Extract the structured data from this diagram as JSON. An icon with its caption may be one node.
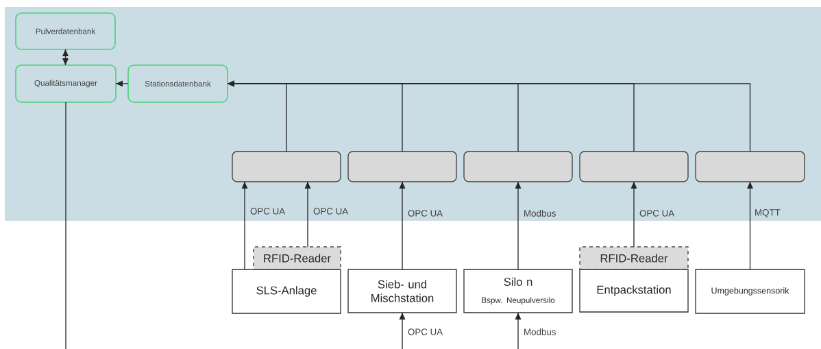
{
  "diagram": {
    "nodes": [
      {
        "text": [
          "Pulverdatenbank"
        ]
      },
      {
        "text": [
          "Qualitätsmanager"
        ]
      },
      {
        "text": [
          "Stationsdatenbank"
        ]
      },
      {
        "text": [],
        "shape": "box"
      },
      {
        "text": [],
        "shape": "box"
      },
      {
        "text": [],
        "shape": "box"
      },
      {
        "text": [],
        "shape": "box"
      },
      {
        "text": [],
        "shape": "box"
      },
      {
        "text": [
          "RFID-Reader"
        ]
      },
      {
        "text": [
          "SLS-Anlage"
        ]
      },
      {
        "text": [
          "Sieb- und Mischstation"
        ]
      },
      {
        "text": [
          "Silo n",
          "Bspw. Neupulversilo"
        ]
      },
      {
        "text": [
          "RFID-Reader"
        ]
      },
      {
        "text": [
          "Entpackstation"
        ]
      },
      {
        "text": [
          "Umgebungssensorik"
        ]
      }
    ],
    "edges": [
      {
        "from": 0,
        "to": 1,
        "arrow": "both"
      },
      {
        "from": 2,
        "to": 1,
        "arrow": "to"
      },
      {
        "from": 3,
        "to": 2,
        "arrow": "to"
      },
      {
        "from": 4,
        "to": 2,
        "arrow": "to"
      },
      {
        "from": 5,
        "to": 2,
        "arrow": "to"
      },
      {
        "from": 6,
        "to": 2,
        "arrow": "to"
      },
      {
        "from": 7,
        "to": 2,
        "arrow": "to"
      },
      {
        "from": 1,
        "to": null,
        "arrow": "none"
      },
      {
        "from": 9,
        "to": 3,
        "arrow": "to",
        "label": "OPC UA"
      },
      {
        "from": 8,
        "to": 3,
        "arrow": "to",
        "label": "OPC UA"
      },
      {
        "from": 10,
        "to": 4,
        "arrow": "to",
        "label": "OPC UA"
      },
      {
        "from": 11,
        "to": 5,
        "arrow": "to",
        "label": "Modbus"
      },
      {
        "from": 12,
        "to": 6,
        "arrow": "to",
        "label": "OPC UA"
      },
      {
        "from": 14,
        "to": 7,
        "arrow": "to",
        "label": "MQTT"
      },
      {
        "from": null,
        "to": 10,
        "arrow": "to",
        "label": "OPC UA"
      },
      {
        "from": null,
        "to": 11,
        "arrow": "to",
        "label": "Modbus"
      }
    ]
  }
}
